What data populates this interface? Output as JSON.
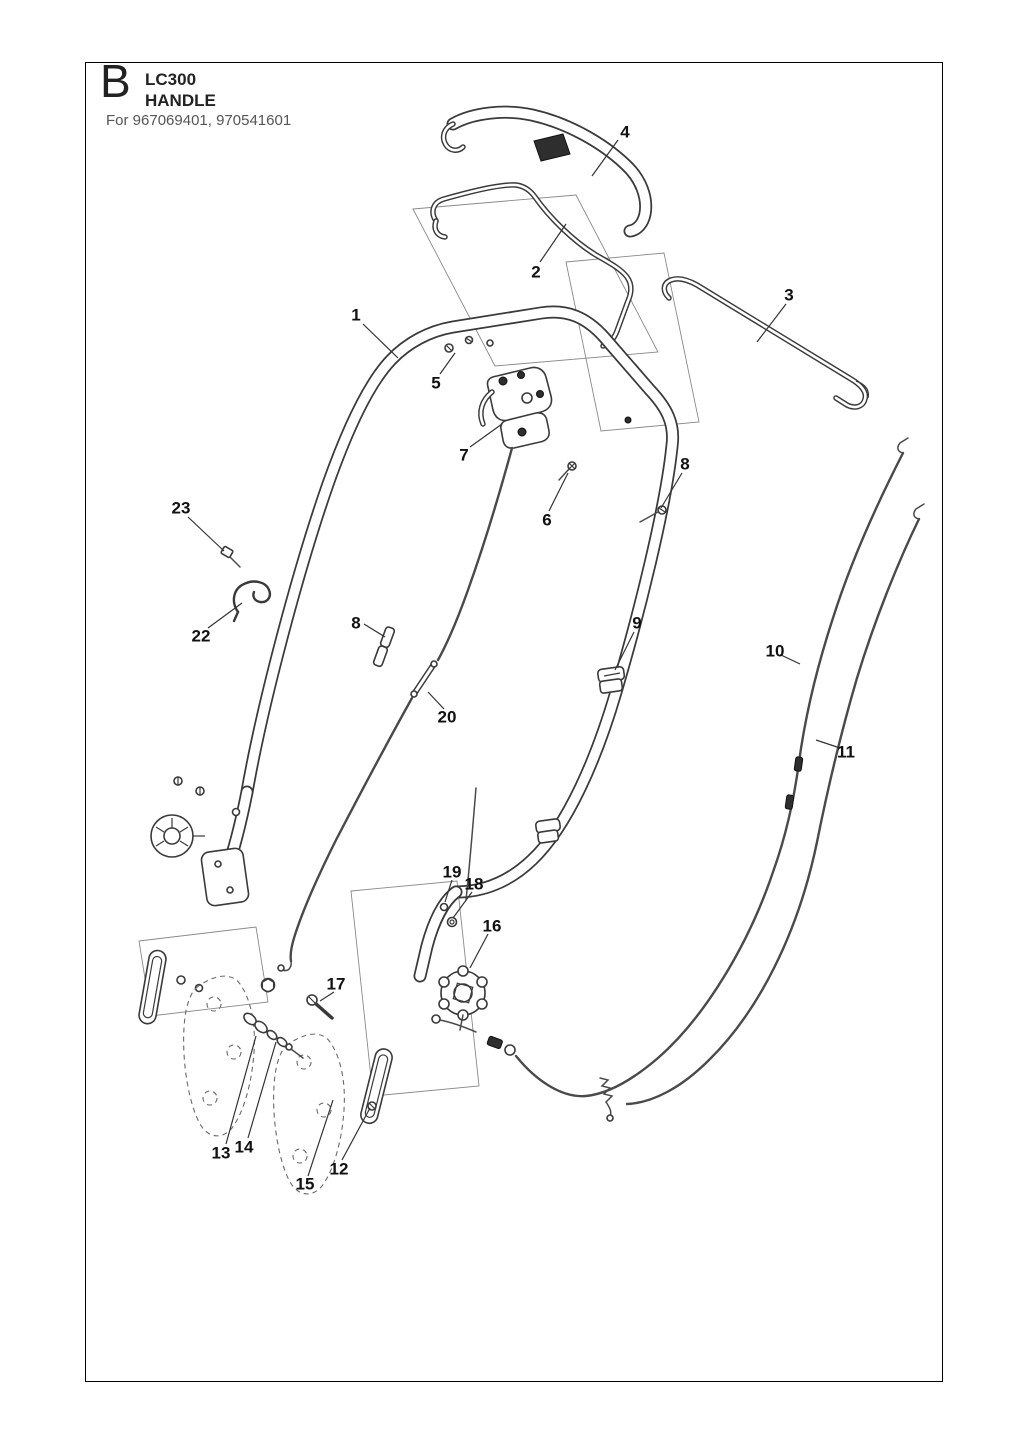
{
  "header": {
    "section_letter": "B",
    "model": "LC300",
    "title": "HANDLE",
    "subtitle": "For 967069401, 970541601"
  },
  "diagram": {
    "kind": "exploded-parts-diagram",
    "subject": "Lawn mower handle assembly",
    "line_color": "#3a3a3a"
  },
  "callouts": [
    {
      "label": "4"
    },
    {
      "label": "2"
    },
    {
      "label": "3"
    },
    {
      "label": "1"
    },
    {
      "label": "5"
    },
    {
      "label": "7"
    },
    {
      "label": "8"
    },
    {
      "label": "6"
    },
    {
      "label": "23"
    },
    {
      "label": "22"
    },
    {
      "label": "8"
    },
    {
      "label": "9"
    },
    {
      "label": "10"
    },
    {
      "label": "20"
    },
    {
      "label": "11"
    },
    {
      "label": "19"
    },
    {
      "label": "18"
    },
    {
      "label": "16"
    },
    {
      "label": "17"
    },
    {
      "label": "13"
    },
    {
      "label": "14"
    },
    {
      "label": "15"
    },
    {
      "label": "12"
    }
  ]
}
